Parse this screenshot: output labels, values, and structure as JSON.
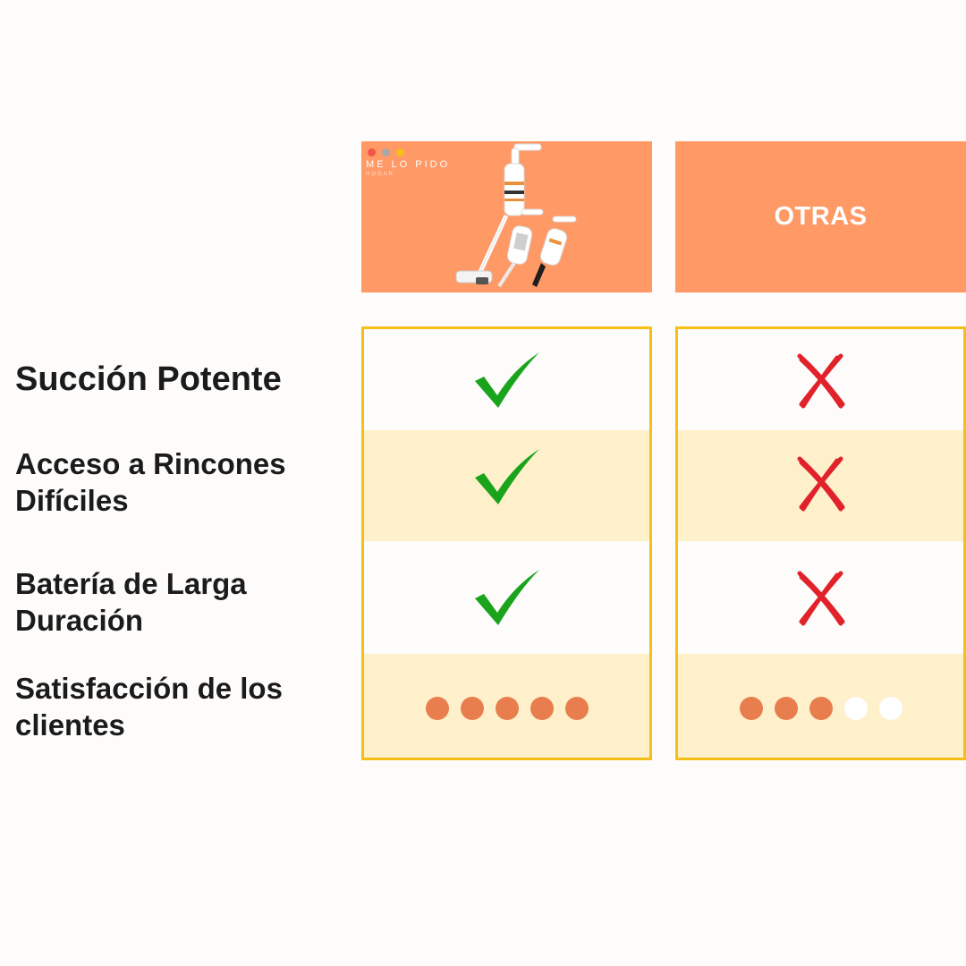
{
  "header": {
    "product_logo": {
      "brand": "ME LO PIDO",
      "sub": "HOGAR",
      "dot_colors": [
        "#f2564a",
        "#a8a8a8",
        "#f5bf16"
      ]
    },
    "other_label": "OTRAS"
  },
  "features": [
    {
      "label": "Succión Potente",
      "product": "check",
      "other": "cross"
    },
    {
      "label": "Acceso a Rincones\nDifíciles",
      "product": "check",
      "other": "cross"
    },
    {
      "label": "Batería de Larga\nDuración",
      "product": "check",
      "other": "cross"
    },
    {
      "label": "Satisfacción de los\nclientes",
      "product_rating": 5,
      "other_rating": 3,
      "rating_max": 5
    }
  ],
  "colors": {
    "header_bg": "#ff9966",
    "border": "#f5bf16",
    "shade": "#fef0cb",
    "check": "#19a41c",
    "cross": "#e2222b",
    "rating_on": "#e87e4d",
    "rating_off": "#ffffff"
  }
}
